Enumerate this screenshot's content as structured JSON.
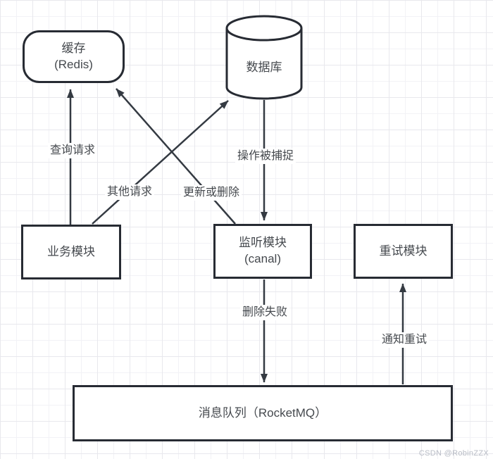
{
  "diagram": {
    "nodes": {
      "cache": {
        "line1": "缓存",
        "line2": "(Redis)"
      },
      "database": {
        "label": "数据库"
      },
      "business": {
        "label": "业务模块"
      },
      "listener": {
        "line1": "监听模块",
        "line2": "(canal)"
      },
      "retry": {
        "label": "重试模块"
      },
      "mq": {
        "label": "消息队列（RocketMQ）"
      }
    },
    "edges": {
      "query": {
        "label": "查询请求",
        "from": "business",
        "to": "cache"
      },
      "other": {
        "label": "其他请求",
        "from": "business",
        "to": "database"
      },
      "update_delete": {
        "label": "更新或删除",
        "from": "listener",
        "to": "cache"
      },
      "captured": {
        "label": "操作被捕捉",
        "from": "database",
        "to": "listener"
      },
      "delete_fail": {
        "label": "删除失败",
        "from": "listener",
        "to": "mq"
      },
      "notify_retry": {
        "label": "通知重试",
        "from": "mq",
        "to": "retry"
      }
    },
    "colors": {
      "stroke": "#2b3038",
      "text": "#45494e",
      "grid_line": "#e8e8ed",
      "watermark": "#b9bdc6",
      "background": "#ffffff"
    }
  },
  "watermark": {
    "text": "CSDN @RobinZZX"
  }
}
